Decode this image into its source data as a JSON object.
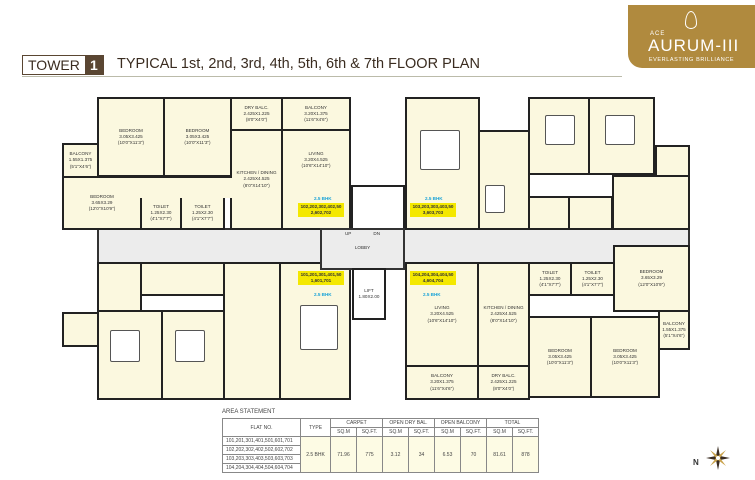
{
  "header": {
    "tower_label": "TOWER",
    "tower_number": "1",
    "title": "TYPICAL 1st, 2nd, 3rd, 4th, 5th, 6th & 7th FLOOR PLAN"
  },
  "logo": {
    "prefix": "ACE",
    "name": "AURUM-III",
    "tagline": "EVERLASTING BRILLIANCE",
    "color": "#b08a3e"
  },
  "plan": {
    "rooms": [
      {
        "name": "BEDROOM",
        "dim": "3.05X3.425",
        "ft": "(10'0\"X11'3\")"
      },
      {
        "name": "BEDROOM",
        "dim": "3.05X3.425",
        "ft": "(10'0\"X11'3\")"
      },
      {
        "name": "DRY BALC.",
        "dim": "2.425X1.225",
        "ft": "(8'0\"X4'0\")"
      },
      {
        "name": "BALCONY",
        "dim": "3.20X1.375",
        "ft": "(11'6\"X4'6\")"
      },
      {
        "name": "BALCONY",
        "dim": "1.55X1.375",
        "ft": "(5'1\"X4'6\")"
      },
      {
        "name": "KITCHEN / DINING",
        "dim": "2.425X4.525",
        "ft": "(8'0\"X14'10\")"
      },
      {
        "name": "LIVING",
        "dim": "3.20X4.525",
        "ft": "(10'6\"X14'10\")"
      },
      {
        "name": "BEDROOM",
        "dim": "3.65X3.29",
        "ft": "(12'0\"X10'9\")"
      },
      {
        "name": "TOILET",
        "dim": "1.25X2.30",
        "ft": "(4'1\"X7'7\")"
      },
      {
        "name": "TOILET",
        "dim": "1.25X2.30",
        "ft": "(4'1\"X7'7\")"
      },
      {
        "name": "LIVING",
        "dim": "3.20X4.525",
        "ft": "(10'6\"X14'10\")"
      },
      {
        "name": "KITCHEN / DINING",
        "dim": "2.425X4.525",
        "ft": "(8'0\"X14'10\")"
      },
      {
        "name": "TOILET",
        "dim": "1.25X2.30",
        "ft": "(4'1\"X7'7\")"
      },
      {
        "name": "TOILET",
        "dim": "1.25X2.30",
        "ft": "(4'1\"X7'7\")"
      },
      {
        "name": "BEDROOM",
        "dim": "3.65X3.29",
        "ft": "(12'0\"X10'9\")"
      },
      {
        "name": "BALCONY",
        "dim": "1.55X1.375",
        "ft": "(5'1\"X4'6\")"
      },
      {
        "name": "BEDROOM",
        "dim": "3.05X3.425",
        "ft": "(10'0\"X11'3\")"
      },
      {
        "name": "BEDROOM",
        "dim": "3.05X3.425",
        "ft": "(10'0\"X11'3\")"
      },
      {
        "name": "BALCONY",
        "dim": "3.20X1.375",
        "ft": "(11'6\"X4'6\")"
      },
      {
        "name": "DRY BALC.",
        "dim": "2.425X1.225",
        "ft": "(8'0\"X4'0\")"
      }
    ],
    "core": {
      "lobby": "LOBBY",
      "up": "UP",
      "dn": "DN",
      "lift": "LIFT",
      "lift_dim": "1.80X2.00"
    },
    "flats": [
      {
        "type": "2.5 BHK",
        "numbers": "102,202,302,402,502,602,702"
      },
      {
        "type": "2.5 BHK",
        "numbers": "103,203,303,403,503,603,703"
      },
      {
        "type": "2.5 BHK",
        "numbers": "101,201,301,401,501,601,701"
      },
      {
        "type": "2.5 BHK",
        "numbers": "104,204,304,404,504,604,704"
      }
    ],
    "highlight_color": "#f4e800"
  },
  "area_statement": {
    "title": "AREA STATEMENT",
    "headers": {
      "flat_no": "FLAT NO.",
      "type": "TYPE",
      "carpet": "CARPET",
      "open_dry": "OPEN DRY BAL.",
      "open_balcony": "OPEN BALCONY",
      "total": "TOTAL",
      "sqm": "SQ.M",
      "sqft": "SQ.FT."
    },
    "flat_rows": [
      "101,201,301,401,501,601,701",
      "102,202,302,402,502,602,702",
      "103,203,303,403,503,603,703",
      "104,204,304,404,504,604,704"
    ],
    "type": "2.5 BHK",
    "values": {
      "carpet_sqm": "71.96",
      "carpet_sqft": "775",
      "dry_sqm": "3.12",
      "dry_sqft": "34",
      "balcony_sqm": "6.53",
      "balcony_sqft": "70",
      "total_sqm": "81.61",
      "total_sqft": "878"
    }
  },
  "compass": {
    "label": "N"
  }
}
